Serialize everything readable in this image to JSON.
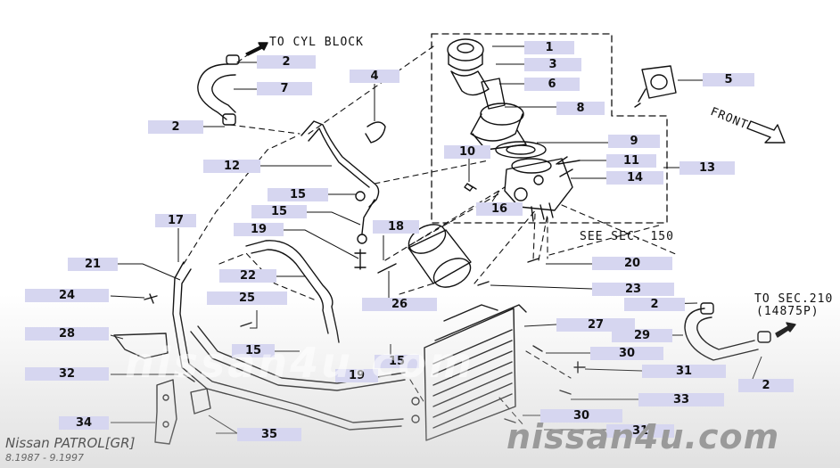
{
  "callouts": [
    {
      "id": "c1",
      "label": "1"
    },
    {
      "id": "c3",
      "label": "3"
    },
    {
      "id": "c6",
      "label": "6"
    },
    {
      "id": "c8",
      "label": "8"
    },
    {
      "id": "c9",
      "label": "9"
    },
    {
      "id": "c11",
      "label": "11"
    },
    {
      "id": "c14",
      "label": "14"
    },
    {
      "id": "c13",
      "label": "13"
    },
    {
      "id": "c5",
      "label": "5"
    },
    {
      "id": "c2a",
      "label": "2"
    },
    {
      "id": "c7",
      "label": "7"
    },
    {
      "id": "c2b",
      "label": "2"
    },
    {
      "id": "c4",
      "label": "4"
    },
    {
      "id": "c12",
      "label": "12"
    },
    {
      "id": "c10",
      "label": "10"
    },
    {
      "id": "c15a",
      "label": "15"
    },
    {
      "id": "c15b",
      "label": "15"
    },
    {
      "id": "c16",
      "label": "16"
    },
    {
      "id": "c17",
      "label": "17"
    },
    {
      "id": "c18",
      "label": "18"
    },
    {
      "id": "c19a",
      "label": "19"
    },
    {
      "id": "c21",
      "label": "21"
    },
    {
      "id": "c22",
      "label": "22"
    },
    {
      "id": "c20",
      "label": "20"
    },
    {
      "id": "c23",
      "label": "23"
    },
    {
      "id": "c24",
      "label": "24"
    },
    {
      "id": "c25",
      "label": "25"
    },
    {
      "id": "c26",
      "label": "26"
    },
    {
      "id": "c2c",
      "label": "2"
    },
    {
      "id": "c27",
      "label": "27"
    },
    {
      "id": "c28",
      "label": "28"
    },
    {
      "id": "c29",
      "label": "29"
    },
    {
      "id": "c15c",
      "label": "15"
    },
    {
      "id": "c15d",
      "label": "15"
    },
    {
      "id": "c30a",
      "label": "30"
    },
    {
      "id": "c32",
      "label": "32"
    },
    {
      "id": "c19b",
      "label": "19"
    },
    {
      "id": "c31a",
      "label": "31"
    },
    {
      "id": "c2d",
      "label": "2"
    },
    {
      "id": "c33",
      "label": "33"
    },
    {
      "id": "c30b",
      "label": "30"
    },
    {
      "id": "c34",
      "label": "34"
    },
    {
      "id": "c35",
      "label": "35"
    },
    {
      "id": "c31b",
      "label": "31"
    }
  ],
  "notes": {
    "to_cyl_block": "TO CYL BLOCK",
    "front": "FRONT",
    "see_sec": "SEE SEC. 150",
    "to_sec_line1": "TO SEC.210",
    "to_sec_line2": "(14875P)"
  },
  "footer": {
    "model": "Nissan PATROL[GR]",
    "dates": "8.1987 - 9.1997",
    "watermark": "nissan4u.com"
  }
}
